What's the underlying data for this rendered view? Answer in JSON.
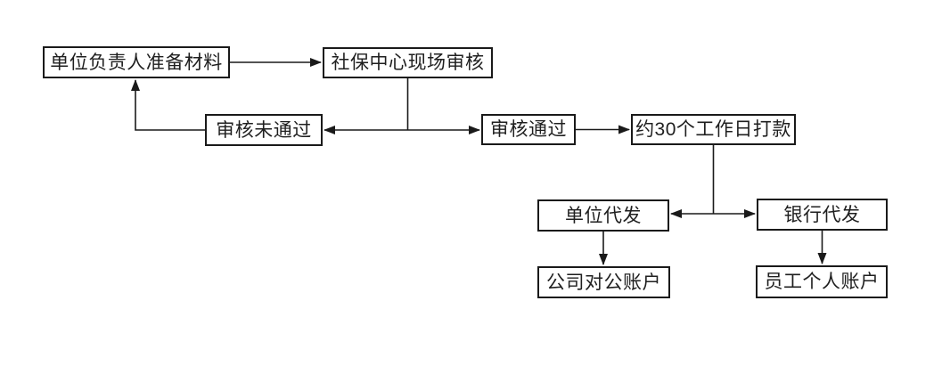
{
  "diagram": {
    "type": "flowchart",
    "colors": {
      "background": "#ffffff",
      "line": "#1a1a1a",
      "box_border": "#1a1a1a",
      "box_fill": "#ffffff",
      "text": "#1f1f1f"
    },
    "nodes": [
      {
        "id": "prepare-materials",
        "label": "单位负责人准备材料"
      },
      {
        "id": "onsite-review",
        "label": "社保中心现场审核"
      },
      {
        "id": "review-failed",
        "label": "审核未通过"
      },
      {
        "id": "review-passed",
        "label": "审核通过"
      },
      {
        "id": "payment-30-days",
        "label": "约30个工作日打款"
      },
      {
        "id": "company-payout",
        "label": "单位代发"
      },
      {
        "id": "bank-payout",
        "label": "银行代发"
      },
      {
        "id": "corporate-account",
        "label": "公司对公账户"
      },
      {
        "id": "personal-account",
        "label": "员工个人账户"
      }
    ],
    "edges": [
      {
        "from": "prepare-materials",
        "to": "onsite-review"
      },
      {
        "from": "onsite-review",
        "to": "review-failed"
      },
      {
        "from": "onsite-review",
        "to": "review-passed"
      },
      {
        "from": "review-failed",
        "to": "prepare-materials"
      },
      {
        "from": "review-passed",
        "to": "payment-30-days"
      },
      {
        "from": "payment-30-days",
        "to": "company-payout"
      },
      {
        "from": "payment-30-days",
        "to": "bank-payout"
      },
      {
        "from": "company-payout",
        "to": "corporate-account"
      },
      {
        "from": "bank-payout",
        "to": "personal-account"
      }
    ]
  }
}
